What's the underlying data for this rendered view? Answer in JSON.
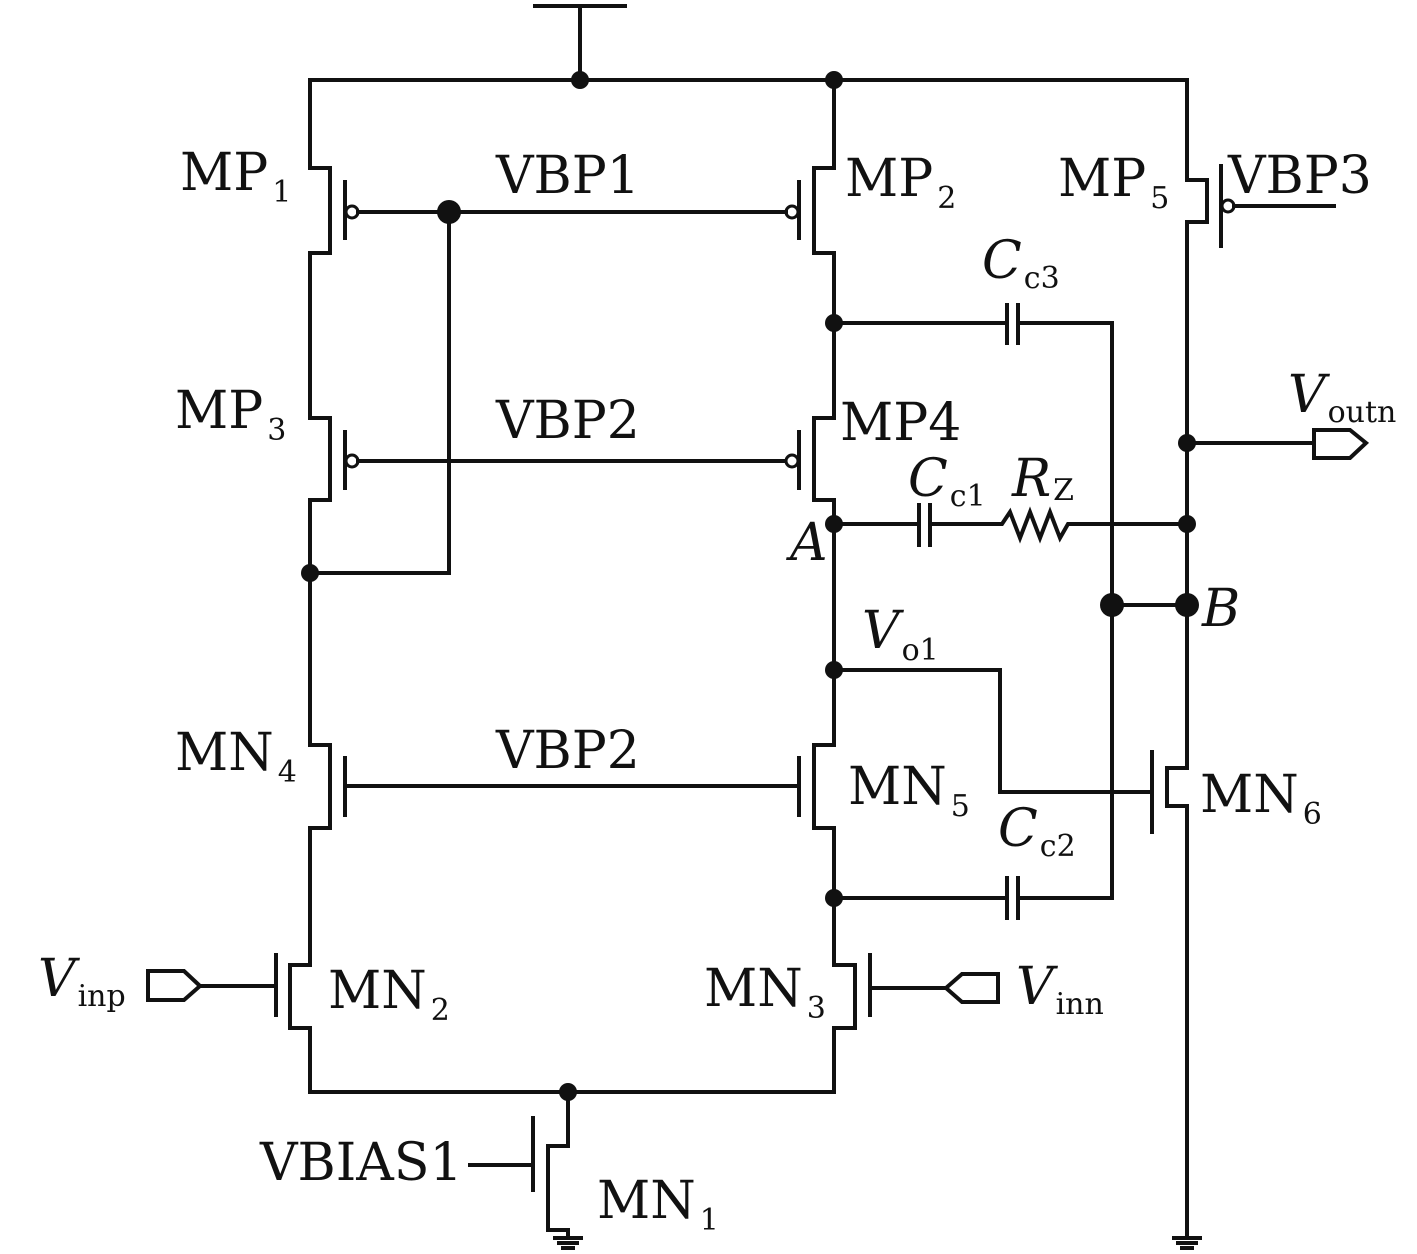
{
  "labels": {
    "mp1": {
      "main": "MP",
      "sub": "1"
    },
    "mp2": {
      "main": "MP",
      "sub": "2"
    },
    "mp3": {
      "main": "MP",
      "sub": "3"
    },
    "mp4": "MP4",
    "mp5": {
      "main": "MP",
      "sub": "5"
    },
    "mn1": {
      "main": "MN",
      "sub": "1"
    },
    "mn2": {
      "main": "MN",
      "sub": "2"
    },
    "mn3": {
      "main": "MN",
      "sub": "3"
    },
    "mn4": {
      "main": "MN",
      "sub": "4"
    },
    "mn5": {
      "main": "MN",
      "sub": "5"
    },
    "mn6": {
      "main": "MN",
      "sub": "6"
    },
    "vbp1": "VBP1",
    "vbp2_top": "VBP2",
    "vbp2_bottom": "VBP2",
    "vbp3": "VBP3",
    "vbias1": "VBIAS1",
    "cc1": {
      "main": "C",
      "sub": "c1"
    },
    "cc2": {
      "main": "C",
      "sub": "c2"
    },
    "cc3": {
      "main": "C",
      "sub": "c3"
    },
    "rz": {
      "main": "R",
      "sub": "Z"
    },
    "vo1": {
      "main": "V",
      "sub": "o1"
    },
    "voutn": {
      "main": "V",
      "sub": "outn"
    },
    "vinp": {
      "main": "V",
      "sub": "inp"
    },
    "vinn": {
      "main": "V",
      "sub": "inn"
    },
    "node_a": "A",
    "node_b": "B"
  }
}
